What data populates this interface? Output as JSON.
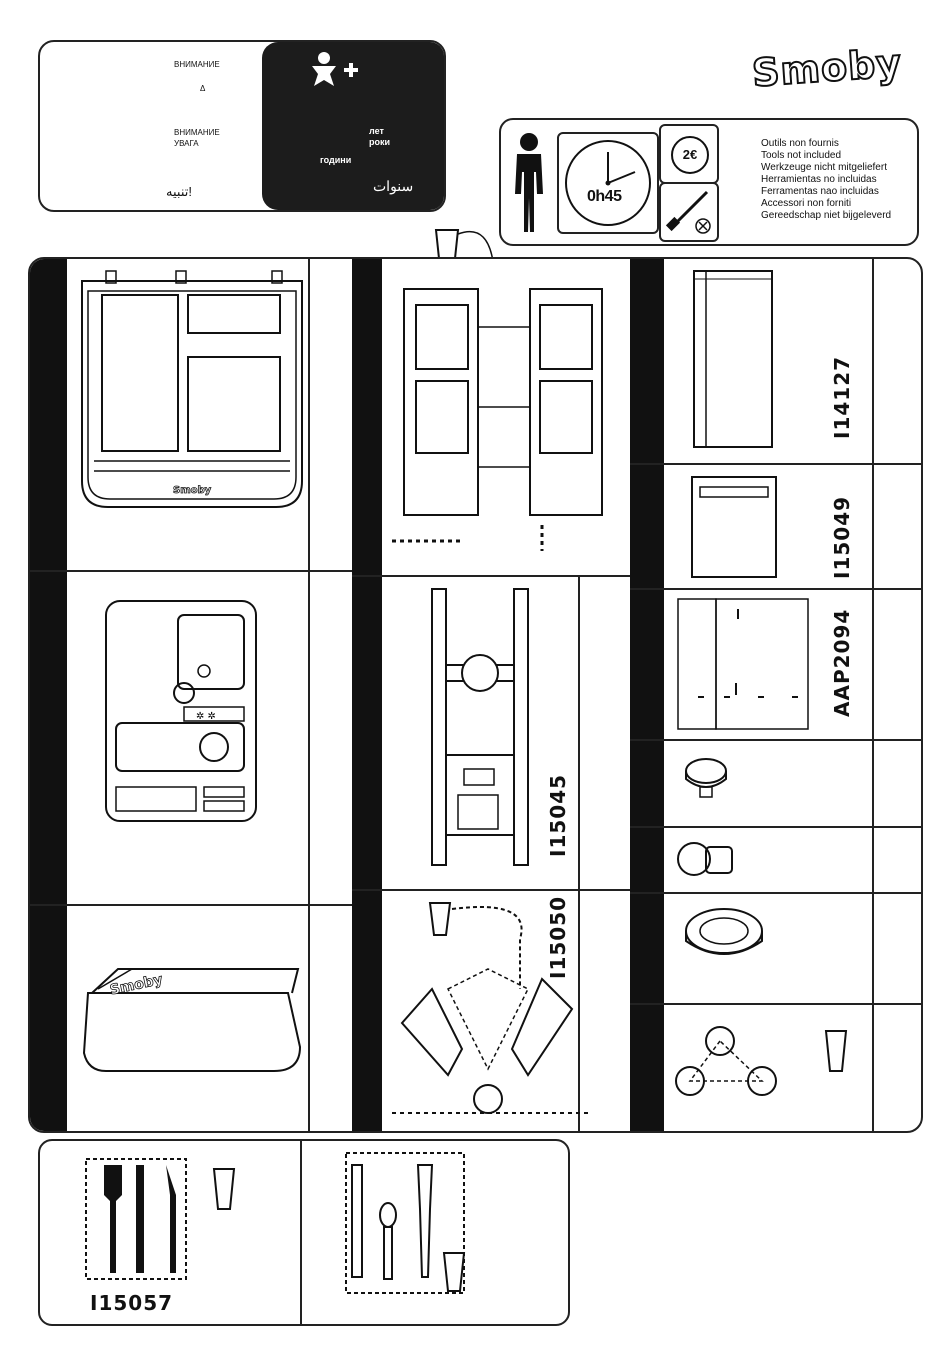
{
  "warnings": {
    "ru_title_1": "ВНИМАНИЕ",
    "delta_symbol": "Δ",
    "ru_title_2": "ВНИМАНИЕ",
    "uk_title": "УВАГА",
    "ar_warning": "تنبيه!",
    "age_words": [
      "лет",
      "роки"
    ],
    "years_ukr": "години",
    "ar_years": "سنوات",
    "age_icon": "child-plus-icon"
  },
  "brand": {
    "logo_text": "Smoby"
  },
  "tools": {
    "time_label": "0h45",
    "coin_label": "2€",
    "items": [
      "Outils non  fournis",
      "Tools not included",
      "Werkzeuge nicht mitgeliefert",
      "Herramientas no incluidas",
      "Ferramentas nao incluidas",
      "Accessori non forniti",
      "Gereedschap niet bijgeleverd"
    ]
  },
  "parts": {
    "front_panel_logo": "Smoby",
    "codes": {
      "p1": "I14127",
      "p2": "I15049",
      "p3": "AAP2094",
      "p4": "I15045",
      "p5": "I15050",
      "p6": "I15057"
    }
  },
  "colors": {
    "ink": "#111111",
    "panel_dark": "#1c1c1c",
    "paper": "#ffffff"
  }
}
